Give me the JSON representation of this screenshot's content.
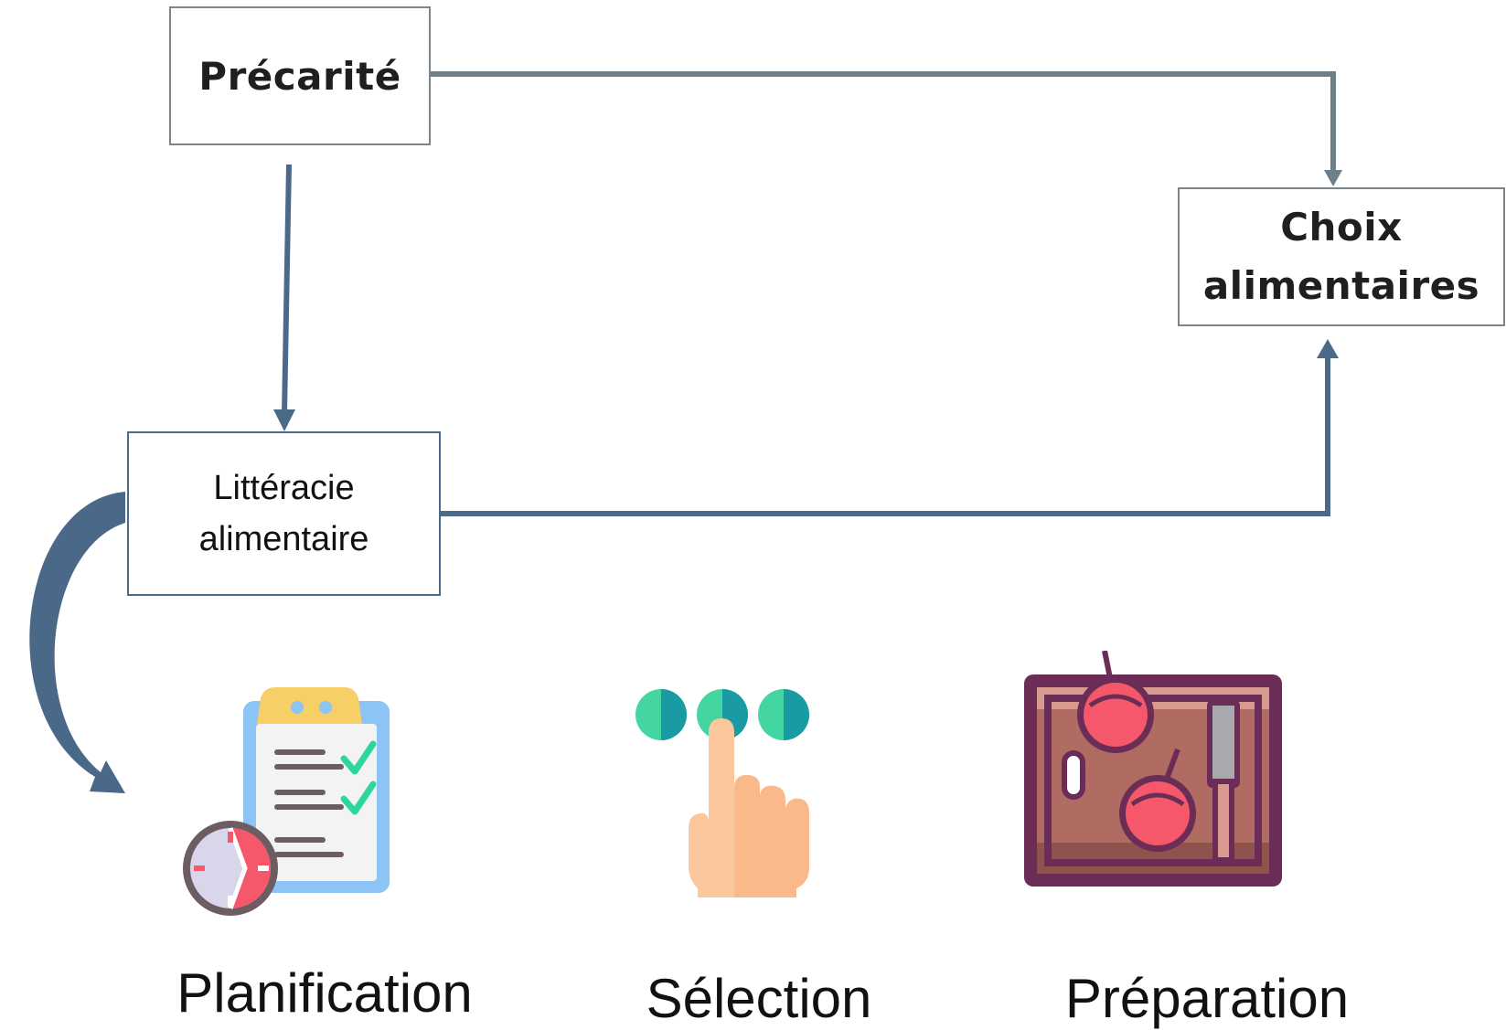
{
  "diagram": {
    "nodes": {
      "precarite": "Précarité",
      "choix": "Choix\nalimentaires",
      "litteracie": "Littéracie\nalimentaire"
    },
    "edges": [
      {
        "from": "precarite",
        "to": "choix"
      },
      {
        "from": "precarite",
        "to": "litteracie"
      },
      {
        "from": "litteracie",
        "to": "choix"
      },
      {
        "from": "litteracie",
        "to": "planification"
      }
    ],
    "components": [
      {
        "label": "Planification",
        "icon": "clipboard-clock-icon"
      },
      {
        "label": "Sélection",
        "icon": "hand-select-icon"
      },
      {
        "label": "Préparation",
        "icon": "cutting-board-icon"
      }
    ]
  },
  "colors": {
    "gray_connector": "#6f7f89",
    "blue_connector": "#4b6a88",
    "curved_arrow": "#4a6887"
  }
}
